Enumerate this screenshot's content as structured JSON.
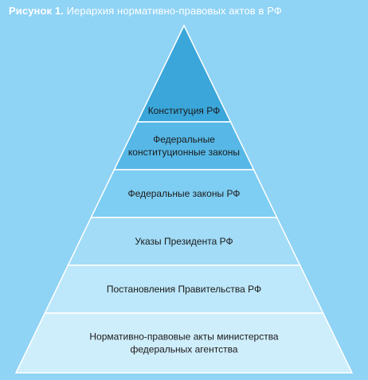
{
  "caption": {
    "label": "Рисунок 1.",
    "text": "Иерархия нормативно-правовых актов в РФ"
  },
  "pyramid": {
    "tiers": [
      {
        "lines": [
          "Конституция РФ"
        ],
        "fill": "#3aa6da"
      },
      {
        "lines": [
          "Федеральные",
          "конституционные законы"
        ],
        "fill": "#57b8e7"
      },
      {
        "lines": [
          "Федеральные законы РФ"
        ],
        "fill": "#7ecdf2"
      },
      {
        "lines": [
          "Указы Президента РФ"
        ],
        "fill": "#a2dcf7"
      },
      {
        "lines": [
          "Постановления Правительства РФ"
        ],
        "fill": "#bde7fa"
      },
      {
        "lines": [
          "Нормативно-правовые акты министерства",
          "федеральных агентства"
        ],
        "fill": "#cfeefc"
      }
    ],
    "stroke": "#ffffff"
  }
}
